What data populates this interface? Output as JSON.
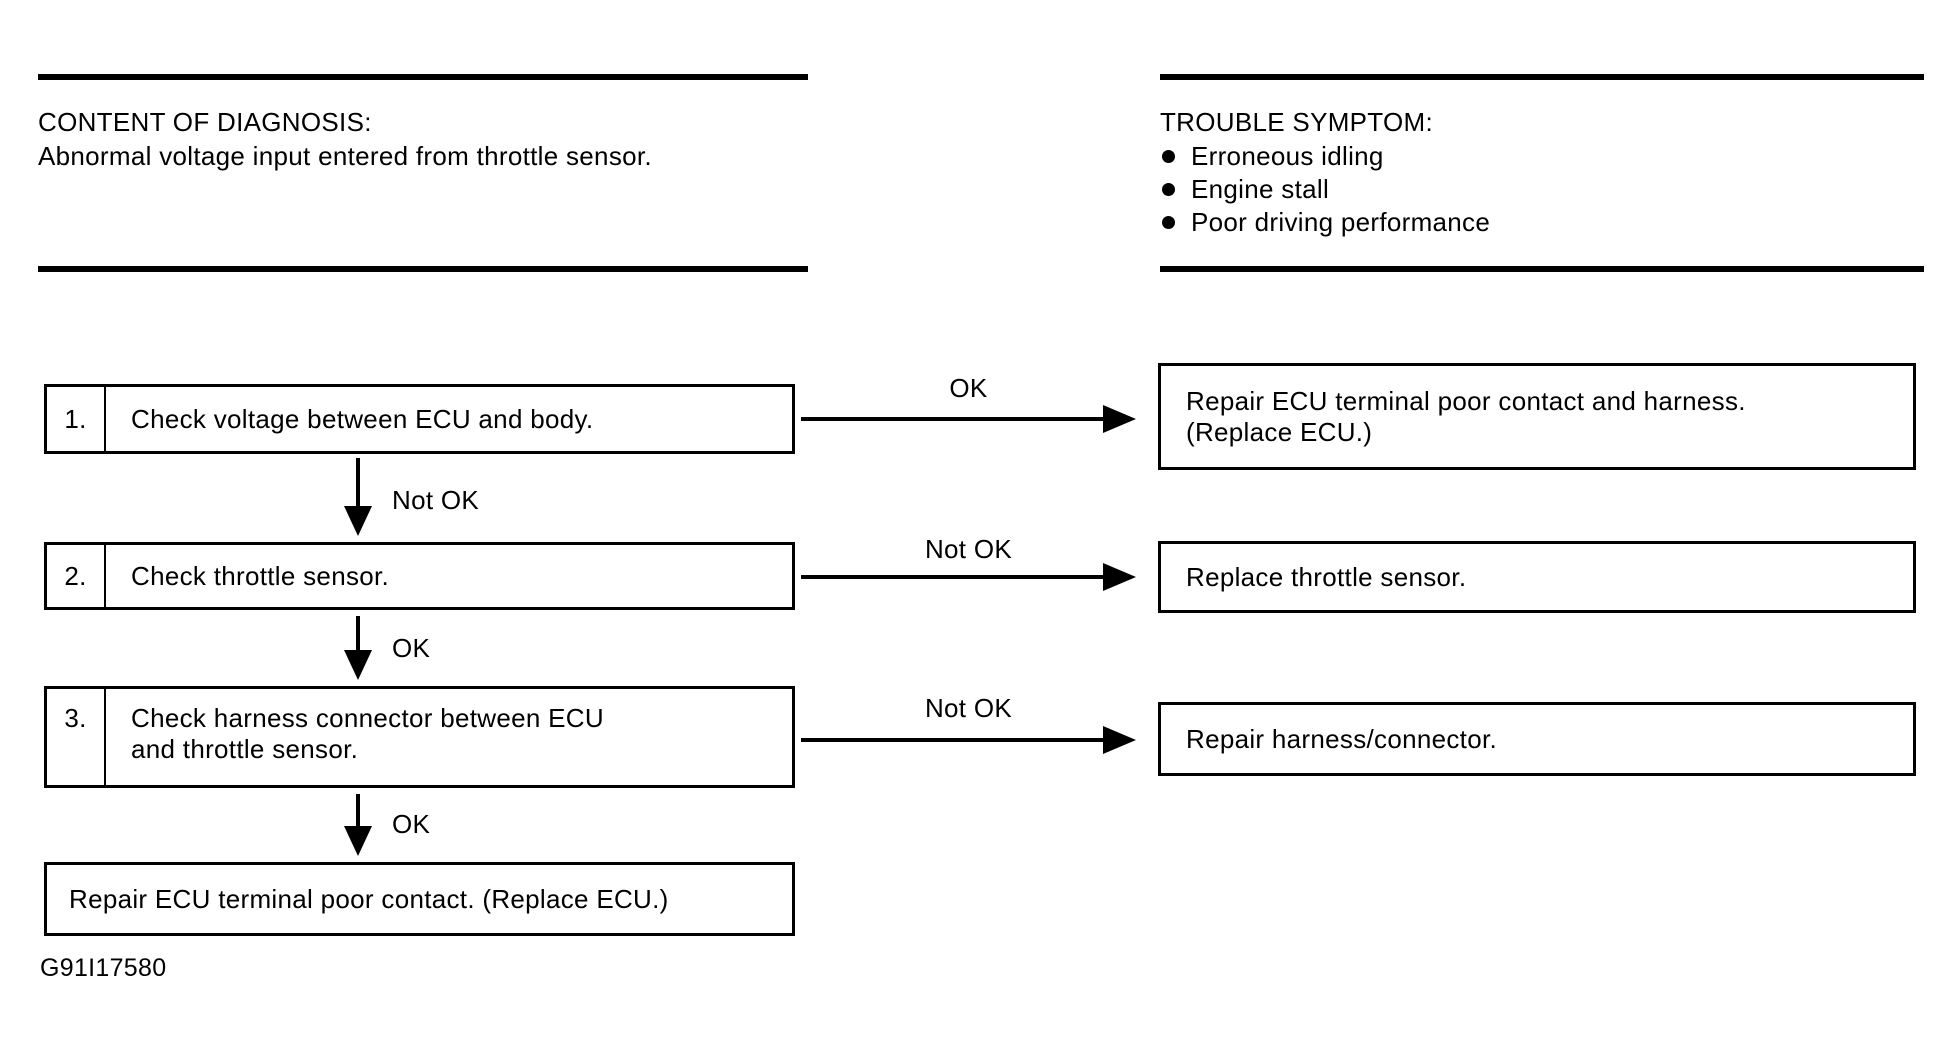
{
  "content_of_diagnosis": {
    "title": "CONTENT OF DIAGNOSIS:",
    "description": "Abnormal voltage input entered from throttle sensor."
  },
  "trouble_symptom": {
    "title": "TROUBLE SYMPTOM:",
    "symptoms": [
      "Erroneous idling",
      "Engine stall",
      "Poor driving performance"
    ]
  },
  "flowchart": {
    "steps": [
      {
        "number": "1.",
        "lines": [
          "Check voltage between ECU and body."
        ],
        "right_arrow_label": "OK",
        "result_lines": [
          "Repair ECU terminal poor contact and harness.",
          "(Replace ECU.)"
        ],
        "down_arrow_label": "Not OK"
      },
      {
        "number": "2.",
        "lines": [
          "Check throttle sensor."
        ],
        "right_arrow_label": "Not OK",
        "result_lines": [
          "Replace throttle sensor."
        ],
        "down_arrow_label": "OK"
      },
      {
        "number": "3.",
        "lines": [
          "Check harness connector between ECU",
          "and throttle sensor."
        ],
        "right_arrow_label": "Not OK",
        "result_lines": [
          "Repair harness/connector."
        ],
        "down_arrow_label": "OK"
      }
    ],
    "final_action": "Repair ECU terminal poor contact. (Replace ECU.)",
    "figure_code": "G91I17580"
  },
  "colors": {
    "ink": "#000000",
    "paper": "#ffffff"
  }
}
